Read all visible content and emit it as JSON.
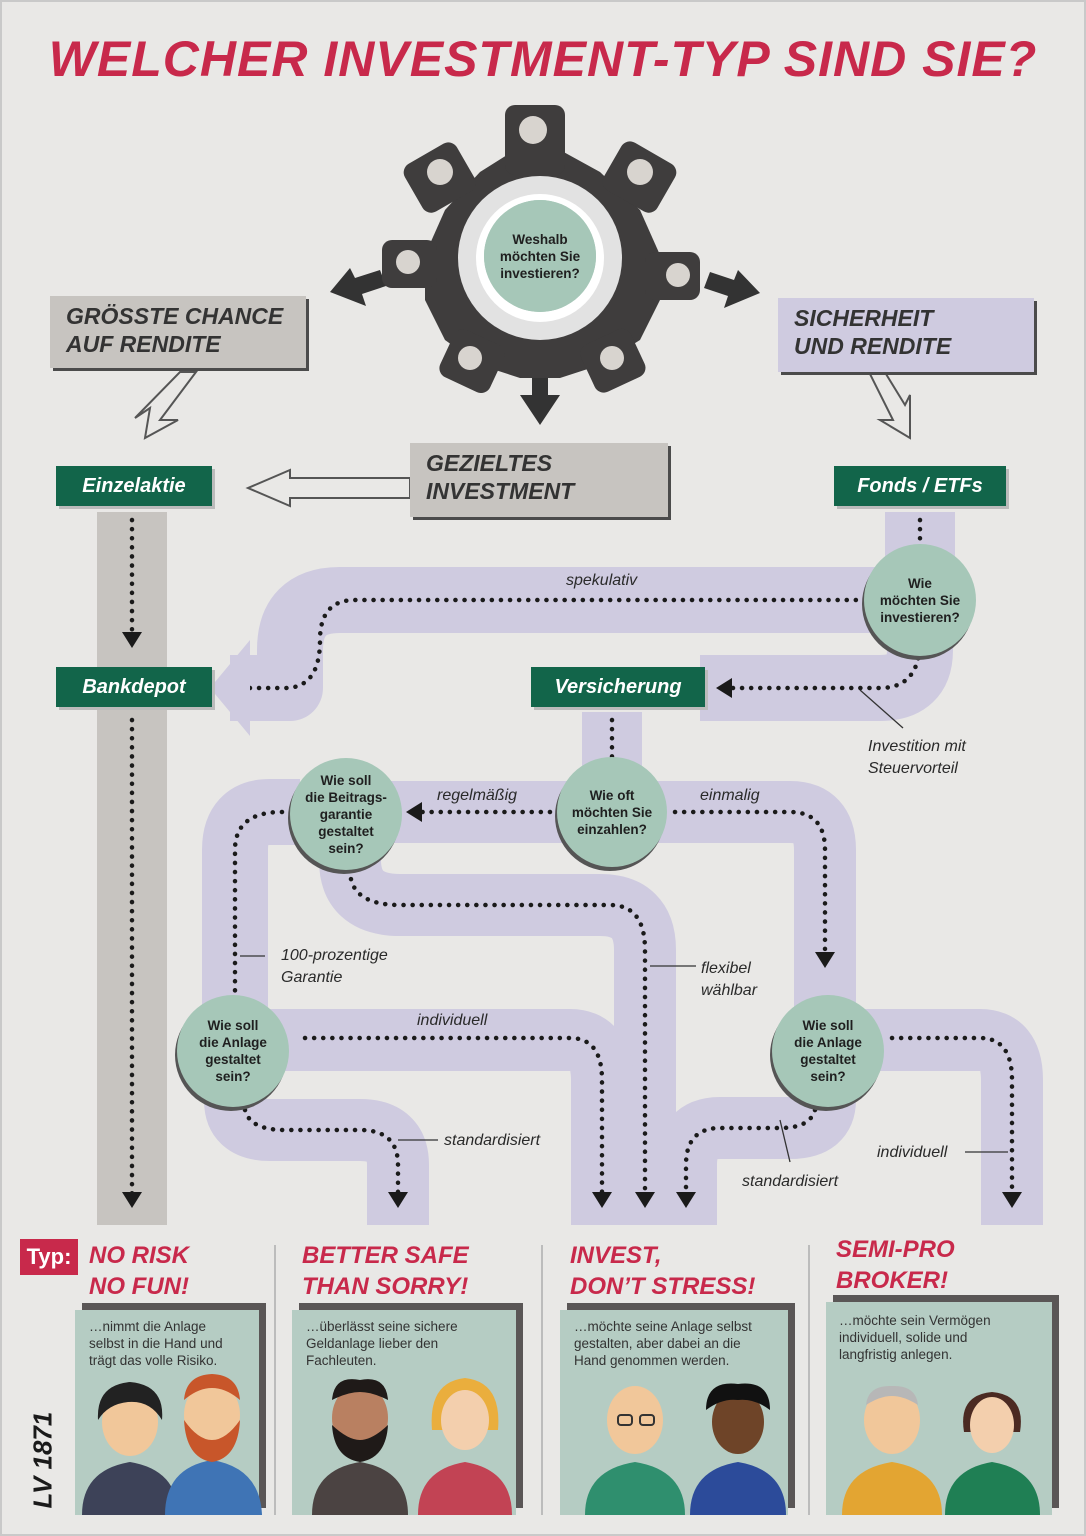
{
  "title": "WELCHER INVESTMENT-TYP SIND SIE?",
  "center_question": [
    "Weshalb",
    "möchten Sie",
    "investieren?"
  ],
  "goals": {
    "left": [
      "GRÖSSTE CHANCE",
      "AUF RENDITE"
    ],
    "middle": [
      "GEZIELTES",
      "INVESTMENT"
    ],
    "right": [
      "SICHERHEIT",
      "UND RENDITE"
    ]
  },
  "products": {
    "einzelaktie": "Einzelaktie",
    "fonds": "Fonds / ETFs",
    "bankdepot": "Bankdepot",
    "versicherung": "Versicherung"
  },
  "questions": {
    "invest_how": [
      "Wie",
      "möchten Sie",
      "investieren?"
    ],
    "pay_how_often": [
      "Wie oft",
      "möchten Sie",
      "einzahlen?"
    ],
    "guarantee": [
      "Wie soll",
      "die Beitrags-",
      "garantie",
      "gestaltet",
      "sein?"
    ],
    "design_left": [
      "Wie soll",
      "die Anlage",
      "gestaltet",
      "sein?"
    ],
    "design_right": [
      "Wie soll",
      "die Anlage",
      "gestaltet",
      "sein?"
    ]
  },
  "path_labels": {
    "spekulativ": "spekulativ",
    "steuervorteil": [
      "Investition mit",
      "Steuervorteil"
    ],
    "regelmaessig": "regelmäßig",
    "einmalig": "einmalig",
    "garantie": [
      "100-prozentige",
      "Garantie"
    ],
    "flexibel": [
      "flexibel",
      "wählbar"
    ],
    "individuell_left": "individuell",
    "standardisiert_left": "standardisiert",
    "individuell_right": "individuell",
    "standardisiert_right": "standardisiert"
  },
  "typ_label": "Typ:",
  "types": [
    {
      "name": [
        "NO RISK",
        "NO FUN!"
      ],
      "desc": [
        "…nimmt die Anlage",
        "selbst in die Hand und",
        "trägt das volle Risiko."
      ]
    },
    {
      "name": [
        "BETTER SAFE",
        "THAN SORRY!"
      ],
      "desc": [
        "…überlässt seine sichere",
        "Geldanlage lieber den",
        "Fachleuten."
      ]
    },
    {
      "name": [
        "INVEST,",
        "DON’T STRESS!"
      ],
      "desc": [
        "…möchte seine Anlage selbst",
        "gestalten, aber dabei an die",
        "Hand genommen werden."
      ]
    },
    {
      "name": [
        "SEMI-PRO",
        "BROKER!"
      ],
      "desc": [
        "…möchte sein Vermögen",
        "individuell, solide und",
        "langfristig anlegen."
      ]
    }
  ],
  "logo": "LV 1871",
  "colors": {
    "accent_red": "#c8294b",
    "dark_green": "#12654a",
    "pipe_lavender": "#cfcbe0",
    "pipe_grey": "#c7c4c0",
    "question_green": "#a6c7b8",
    "panel_green": "#b5ccc3"
  }
}
